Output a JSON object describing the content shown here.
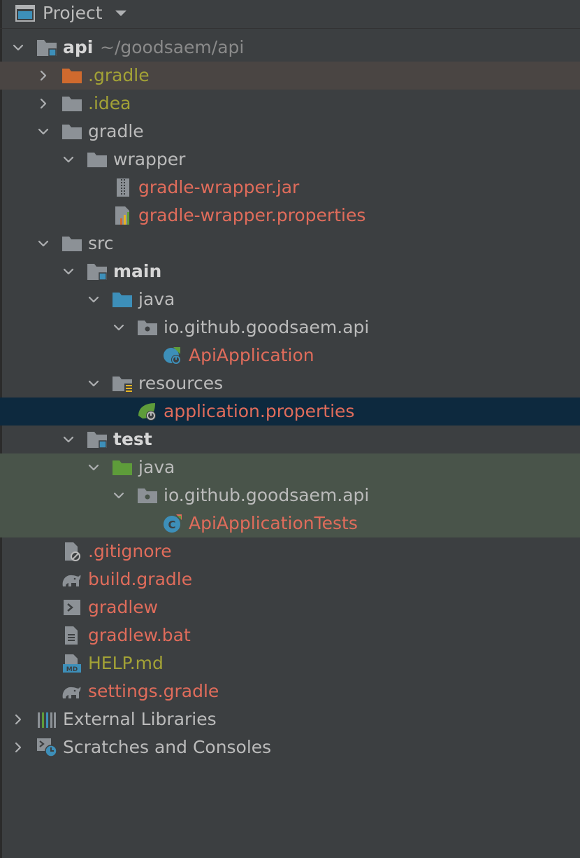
{
  "header": {
    "title": "Project",
    "window_icon": "project-window-icon",
    "dropdown_icon": "dropdown-caret-icon"
  },
  "tree": {
    "root": {
      "label": "api",
      "path": "~/goodsaem/api"
    },
    "items": [
      {
        "label": ".gradle",
        "icon": "folder-orange-icon"
      },
      {
        "label": ".idea",
        "icon": "folder-icon"
      },
      {
        "label": "gradle",
        "icon": "folder-icon"
      },
      {
        "label": "wrapper",
        "icon": "folder-icon"
      },
      {
        "label": "gradle-wrapper.jar",
        "icon": "jar-file-icon"
      },
      {
        "label": "gradle-wrapper.properties",
        "icon": "properties-file-icon"
      },
      {
        "label": "src",
        "icon": "folder-icon"
      },
      {
        "label": "main",
        "icon": "module-folder-icon"
      },
      {
        "label": "java",
        "icon": "source-folder-blue-icon"
      },
      {
        "label": "io.github.goodsaem.api",
        "icon": "package-icon"
      },
      {
        "label": "ApiApplication",
        "icon": "spring-boot-class-icon"
      },
      {
        "label": "resources",
        "icon": "resources-folder-icon"
      },
      {
        "label": "application.properties",
        "icon": "spring-properties-icon"
      },
      {
        "label": "test",
        "icon": "module-folder-icon"
      },
      {
        "label": "java",
        "icon": "source-folder-green-icon"
      },
      {
        "label": "io.github.goodsaem.api",
        "icon": "package-icon"
      },
      {
        "label": "ApiApplicationTests",
        "icon": "test-class-icon"
      },
      {
        "label": ".gitignore",
        "icon": "ignore-file-icon"
      },
      {
        "label": "build.gradle",
        "icon": "gradle-elephant-icon"
      },
      {
        "label": "gradlew",
        "icon": "shell-script-icon"
      },
      {
        "label": "gradlew.bat",
        "icon": "text-file-icon"
      },
      {
        "label": "HELP.md",
        "icon": "markdown-file-icon"
      },
      {
        "label": "settings.gradle",
        "icon": "gradle-elephant-icon"
      },
      {
        "label": "External Libraries",
        "icon": "libraries-icon"
      },
      {
        "label": "Scratches and Consoles",
        "icon": "scratches-icon"
      }
    ]
  },
  "colors": {
    "background": "#3c3f41",
    "selection": "#0d293e",
    "excluded_highlight": "#4a4543",
    "test_highlight": "#49544a",
    "unversioned_text": "#e06c5b",
    "ignored_text": "#a3a236",
    "normal_text": "#bbbbbb",
    "folder_grey": "#8c9196",
    "folder_blue": "#3d8fb9",
    "folder_green": "#5e9c3a",
    "folder_orange": "#d06a2e"
  }
}
